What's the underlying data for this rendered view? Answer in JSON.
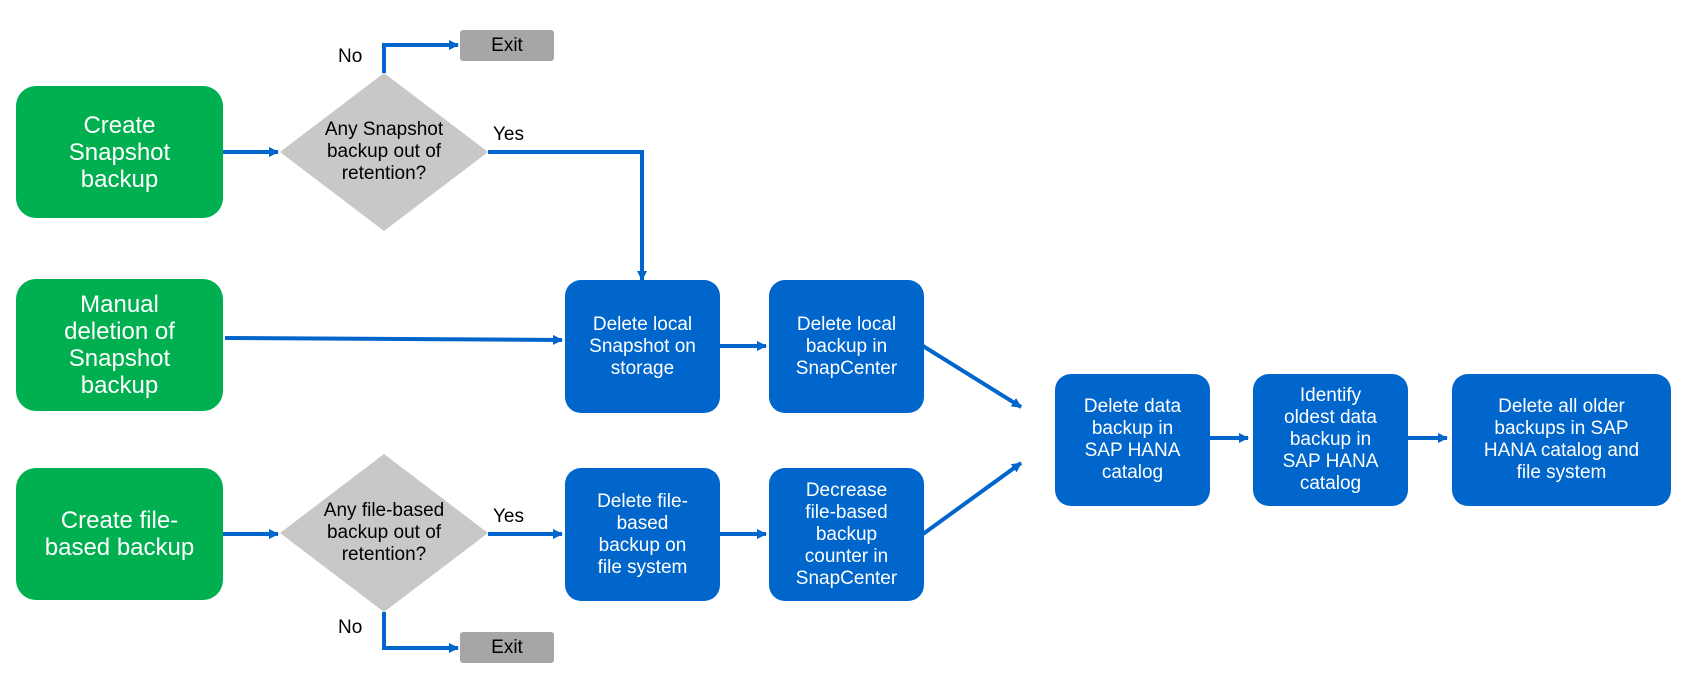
{
  "colors": {
    "start_node": "#00b050",
    "process_node": "#0066cc",
    "decision_node": "#c8c8c8",
    "exit_node": "#a6a6a6",
    "connector": "#0066cc"
  },
  "nodes": {
    "create_snapshot": "Create\nSnapshot\nbackup",
    "manual_deletion": "Manual\ndeletion of\nSnapshot\nbackup",
    "create_file_based": "Create file-\nbased backup",
    "decision_snapshot": "Any Snapshot\nbackup out of\nretention?",
    "decision_file": "Any file-based\nbackup out of\nretention?",
    "exit_top": "Exit",
    "exit_bottom": "Exit",
    "delete_local_snapshot": "Delete local\nSnapshot on\nstorage",
    "delete_local_backup": "Delete local\nbackup in\nSnapCenter",
    "delete_file_backup": "Delete file-\nbased\nbackup on\nfile system",
    "decrease_counter": "Decrease\nfile-based\nbackup\ncounter in\nSnapCenter",
    "delete_data_backup": "Delete data\nbackup in\nSAP HANA\ncatalog",
    "identify_oldest": "Identify\noldest data\nbackup in\nSAP HANA\ncatalog",
    "delete_all_older": "Delete all older\nbackups in SAP\nHANA catalog and\nfile system"
  },
  "edge_labels": {
    "no_top": "No",
    "yes_top": "Yes",
    "yes_bottom": "Yes",
    "no_bottom": "No"
  }
}
